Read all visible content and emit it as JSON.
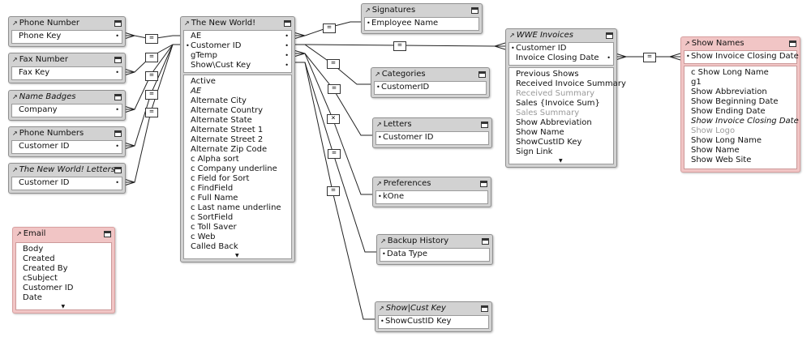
{
  "tables": {
    "phone_number": {
      "title": "Phone Number",
      "keys": [
        "Phone Key"
      ]
    },
    "fax_number": {
      "title": "Fax Number",
      "keys": [
        "Fax Key"
      ]
    },
    "name_badges": {
      "title": "Name Badges",
      "keys": [
        "Company"
      ]
    },
    "phone_numbers": {
      "title": "Phone Numbers",
      "keys": [
        "Customer ID"
      ]
    },
    "nw_letters": {
      "title": "The New World! Letters",
      "keys": [
        "Customer ID"
      ]
    },
    "email": {
      "title": "Email",
      "fields": [
        "Body",
        "Created",
        "Created By",
        "cSubject",
        "Customer ID",
        "Date"
      ]
    },
    "new_world": {
      "title": "The New World!",
      "keys": [
        "AE",
        "Customer ID",
        "gTemp",
        "Show\\Cust Key"
      ],
      "fields": [
        "Active",
        "AE",
        "Alternate City",
        "Alternate Country",
        "Alternate State",
        "Alternate Street 1",
        "Alternate Street 2",
        "Alternate Zip Code",
        "c Alpha sort",
        "c Company underline",
        "c Field for Sort",
        "c FindField",
        "c Full Name",
        "c Last name underline",
        "c SortField",
        "c Toll Saver",
        "c Web",
        "Called Back"
      ]
    },
    "signatures": {
      "title": "Signatures",
      "keys": [
        "Employee Name"
      ]
    },
    "categories": {
      "title": "Categories",
      "keys": [
        "CustomerID"
      ]
    },
    "letters": {
      "title": "Letters",
      "keys": [
        "Customer ID"
      ]
    },
    "preferences": {
      "title": "Preferences",
      "keys": [
        "kOne"
      ]
    },
    "backup_history": {
      "title": "Backup History",
      "keys": [
        "Data Type"
      ]
    },
    "show_cust_key": {
      "title": "Show|Cust Key",
      "keys": [
        "ShowCustID Key"
      ]
    },
    "wwe_invoices": {
      "title": "WWE Invoices",
      "keys": [
        "Customer ID",
        "Invoice Closing Date"
      ],
      "fields": [
        "Previous Shows",
        "Received Invoice Summary",
        "Received Summary",
        "Sales {Invoice Sum}",
        "Sales Summary",
        "Show Abbreviation",
        "Show Name",
        "ShowCustID Key",
        "Sign Link"
      ]
    },
    "show_names": {
      "title": "Show Names",
      "keys": [
        "Show Invoice Closing Date"
      ],
      "fields": [
        "c Show Long Name",
        "g1",
        "Show Abbreviation",
        "Show Beginning Date",
        "Show Ending Date",
        "Show Invoice Closing Date",
        "Show Logo",
        "Show Long Name",
        "Show Name",
        "Show Web Site"
      ]
    }
  },
  "relationship_symbols": {
    "equal": "=",
    "cartesian": "×"
  }
}
